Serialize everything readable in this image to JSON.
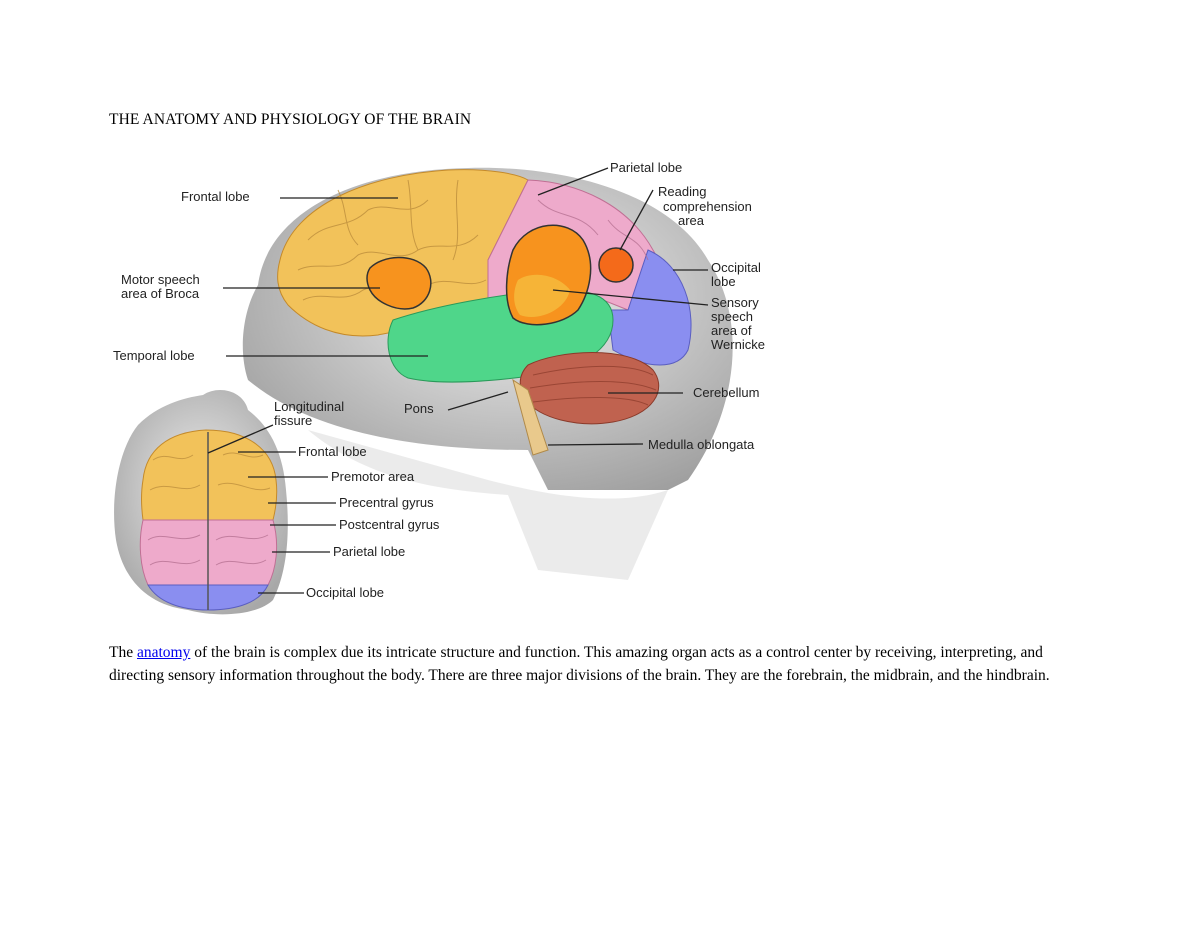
{
  "document": {
    "title": "THE ANATOMY AND PHYSIOLOGY OF THE BRAIN",
    "paragraph": {
      "before_link": "The ",
      "link_text": "anatomy",
      "after_link": " of the brain is complex due its intricate structure and function. This amazing organ acts as a control center by receiving, interpreting, and directing sensory information throughout the body. There are three major divisions of the brain. They are the forebrain, the midbrain, and the hindbrain."
    }
  },
  "figure": {
    "lateral_labels": {
      "frontal_lobe": "Frontal lobe",
      "parietal_lobe": "Parietal lobe",
      "reading_1": "Reading",
      "reading_2": "comprehension",
      "reading_3": "area",
      "motor_1": "Motor speech",
      "motor_2": "area of Broca",
      "occipital_1": "Occipital",
      "occipital_2": "lobe",
      "sensory_1": "Sensory",
      "sensory_2": "speech",
      "sensory_3": "area of",
      "sensory_4": "Wernicke",
      "temporal_lobe": "Temporal lobe",
      "cerebellum": "Cerebellum",
      "pons": "Pons",
      "medulla": "Medulla oblongata"
    },
    "superior_labels": {
      "longitudinal_1": "Longitudinal",
      "longitudinal_2": "fissure",
      "frontal_lobe": "Frontal lobe",
      "premotor_area": "Premotor area",
      "precentral_gyrus": "Precentral gyrus",
      "postcentral_gyrus": "Postcentral gyrus",
      "parietal_lobe": "Parietal lobe",
      "occipital_lobe": "Occipital lobe"
    },
    "colors": {
      "frontal": "#f2c25a",
      "parietal": "#eeaacb",
      "temporal": "#4fd68a",
      "occipital": "#8a8ef0",
      "cerebellum": "#c0624f",
      "broca": "#f7931e",
      "wernicke": "#f7931e",
      "reading": "#f46a1a",
      "head": "#cfcfcf",
      "link": "#0000ee"
    }
  }
}
